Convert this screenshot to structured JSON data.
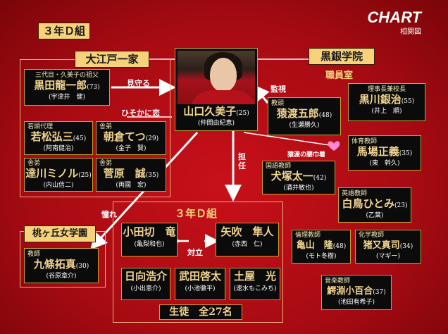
{
  "class_tag": "３年Ｄ組",
  "brand": {
    "title": "CHART",
    "subtitle": "相関図"
  },
  "groups": {
    "oedo": "大江戸一家",
    "kurogin": "黒銀学院",
    "shokuin": "職員室",
    "momo": "桃ヶ丘女学園",
    "class3d": "３年Ｄ組"
  },
  "center": {
    "name": "山口久美子",
    "age": "(25)",
    "actor": "(仲間由紀恵)"
  },
  "people": {
    "kuroda": {
      "role": "三代目・久美子の祖父",
      "name": "黒田龍一郎",
      "age": "(73)",
      "actor": "(宇津井　健)"
    },
    "wakamatsu": {
      "role": "若頭代理",
      "name": "若松弘三",
      "age": "(45)",
      "actor": "(阿南健治)"
    },
    "asakura": {
      "role": "舎弟",
      "name": "朝倉てつ",
      "age": "(29)",
      "actor": "(金子　賢)"
    },
    "tatsukawa": {
      "role": "舎弟",
      "name": "達川ミノル",
      "age": "(25)",
      "actor": "(内山信二)"
    },
    "sugawara": {
      "role": "舎弟",
      "name": "菅原　誠",
      "age": "(35)",
      "actor": "(両國　宏)"
    },
    "sawatari": {
      "role": "教頭",
      "name": "猿渡五郎",
      "age": "(48)",
      "actor": "(生瀬勝久)"
    },
    "kurokawa": {
      "role": "理事長兼校長",
      "name": "黒川銀治",
      "age": "(55)",
      "actor": "(井上　順)"
    },
    "baba": {
      "role": "体育教師",
      "name": "馬場正義",
      "age": "(35)",
      "actor": "(東　幹久)"
    },
    "inuzuka": {
      "role": "国語教師",
      "name": "犬塚太一",
      "age": "(42)",
      "actor": "(酒井敏也)"
    },
    "shiratori": {
      "role": "英語教師",
      "name": "白鳥ひとみ",
      "age": "(23)",
      "actor": "(乙葉)"
    },
    "kameyama": {
      "role": "倫理教師",
      "name": "亀山　隆",
      "age": "(48)",
      "actor": "(モト冬樹)"
    },
    "inomata": {
      "role": "化学教師",
      "name": "猪又真司",
      "age": "(34)",
      "actor": "(マギー)"
    },
    "wanibuchi": {
      "role": "音楽教師",
      "name": "鰐淵小百合",
      "age": "(37)",
      "actor": "(池田有希子)"
    },
    "kujo": {
      "role": "教師",
      "name": "九條拓真",
      "age": "(30)",
      "actor": "(谷原章介)"
    },
    "odagiri": {
      "name": "小田切　竜",
      "actor": "(亀梨和也)"
    },
    "yabuki": {
      "name": "矢吹　隼人",
      "actor": "(赤西　仁)"
    },
    "hinata": {
      "name": "日向浩介",
      "actor": "(小出恵介)"
    },
    "takeda": {
      "name": "武田啓太",
      "actor": "(小池徹平)"
    },
    "tsuchiya": {
      "name": "土屋　光",
      "actor": "(速水もこみち)"
    }
  },
  "students_total": "生徒　全27名",
  "relations": {
    "mimamoru": "見守る",
    "hisoka": "ひそかに恋",
    "kanshi": "監視",
    "tannin": "担任",
    "akogare": "憧れ",
    "taiRitsu": "対立",
    "baba_love": "猿渡の腰巾着"
  },
  "colors": {
    "bg": "#b20c14",
    "name": "#f2d48e",
    "tag": "#f6d27a",
    "line": "#ffffff",
    "heart": "#ff8ad8"
  }
}
